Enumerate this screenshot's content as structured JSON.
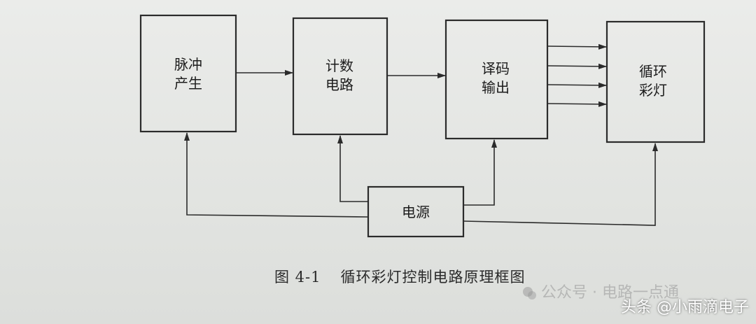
{
  "blocks": {
    "pulse": {
      "line1": "脉冲",
      "line2": "产生"
    },
    "counter": {
      "line1": "计数",
      "line2": "电路"
    },
    "decoder": {
      "line1": "译码",
      "line2": "输出"
    },
    "lights": {
      "line1": "循环",
      "line2": "彩灯"
    },
    "power": {
      "line1": "电源"
    }
  },
  "caption": {
    "figure_number": "图 4-1",
    "title": "循环彩灯控制电路原理框图"
  },
  "watermarks": {
    "wechat_text": "公众号 · 电路一点通",
    "toutiao_text": "头条 @小雨滴电子"
  },
  "colors": {
    "line": "#2b2b2b",
    "paper": "#e4e6e3"
  }
}
